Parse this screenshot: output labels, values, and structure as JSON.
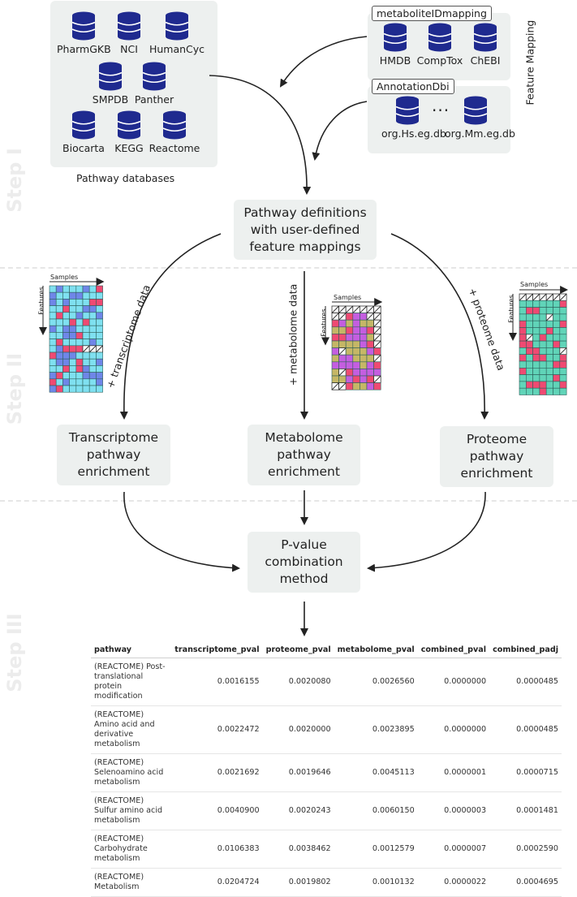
{
  "step_labels": [
    "Step I",
    "Step II",
    "Step III"
  ],
  "pathway_databases": {
    "caption": "Pathway databases",
    "items": [
      "PharmGKB",
      "NCI",
      "HumanCyc",
      "SMPDB",
      "Panther",
      "Biocarta",
      "KEGG",
      "Reactome"
    ]
  },
  "feature_mapping": {
    "side_label": "Feature Mapping",
    "metabolite": {
      "title": "metaboliteIDmapping",
      "items": [
        "HMDB",
        "CompTox",
        "ChEBI"
      ]
    },
    "annotation": {
      "title": "AnnotationDbi",
      "items": [
        "org.Hs.eg.db",
        "org.Mm.eg.db"
      ],
      "ellipsis": "..."
    }
  },
  "pathway_definitions": "Pathway definitions\nwith user-defined\nfeature mappings",
  "matrix_labels": {
    "samples": "Samples",
    "features": "Features"
  },
  "data_labels": {
    "transcriptome": "+ transcriptome data",
    "metabolome": "+ metabolome data",
    "proteome": "+ proteome data"
  },
  "enrichment": {
    "transcriptome": "Transcriptome\npathway\nenrichment",
    "metabolome": "Metabolome\npathway\nenrichment",
    "proteome": "Proteome\npathway\nenrichment"
  },
  "combination": "P-value\ncombination\nmethod",
  "colors": {
    "panel": "#edf0ef",
    "db_blue": "#1f2a8f",
    "teal": "#60d4b8",
    "pink": "#ef4a72",
    "cyan": "#7fe0f0",
    "periwinkle": "#6f86e8",
    "khaki": "#c5b766",
    "violet": "#c45ee0"
  },
  "results_table": {
    "headers": [
      "pathway",
      "transcriptome_pval",
      "proteome_pval",
      "metabolome_pval",
      "combined_pval",
      "combined_padj"
    ],
    "rows": [
      [
        "(REACTOME) Post-translational protein modification",
        "0.0016155",
        "0.0020080",
        "0.0026560",
        "0.0000000",
        "0.0000485"
      ],
      [
        "(REACTOME) Amino acid and derivative metabolism",
        "0.0022472",
        "0.0020000",
        "0.0023895",
        "0.0000000",
        "0.0000485"
      ],
      [
        "(REACTOME) Selenoamino acid metabolism",
        "0.0021692",
        "0.0019646",
        "0.0045113",
        "0.0000001",
        "0.0000715"
      ],
      [
        "(REACTOME) Sulfur amino acid metabolism",
        "0.0040900",
        "0.0020243",
        "0.0060150",
        "0.0000003",
        "0.0001481"
      ],
      [
        "(REACTOME) Carbohydrate metabolism",
        "0.0106383",
        "0.0038462",
        "0.0012579",
        "0.0000007",
        "0.0002590"
      ],
      [
        "(REACTOME) Metabolism",
        "0.0204724",
        "0.0019802",
        "0.0010132",
        "0.0000022",
        "0.0004695"
      ]
    ]
  }
}
